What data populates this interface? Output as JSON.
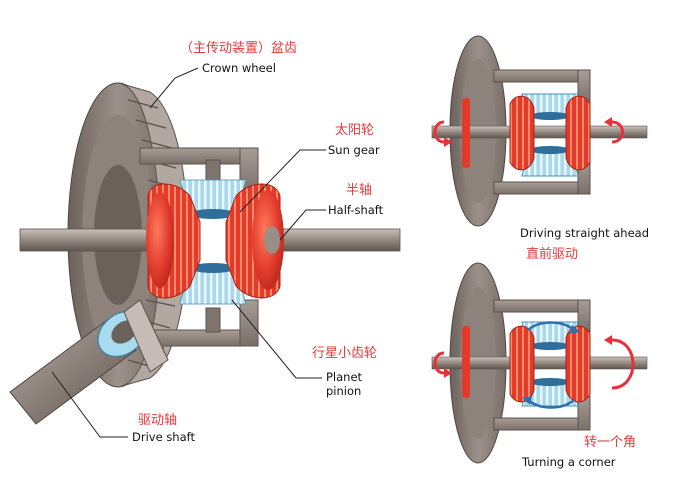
{
  "labels": {
    "crown_wheel_cn": "（主传动装置）盆齿",
    "crown_wheel_en": "Crown wheel",
    "sun_gear_cn": "太阳轮",
    "sun_gear_en": "Sun gear",
    "half_shaft_cn": "半轴",
    "half_shaft_en": "Half-shaft",
    "planet_pinion_cn": "行星小齿轮",
    "planet_pinion_en_1": "Planet",
    "planet_pinion_en_2": "pinion",
    "drive_shaft_cn": "驱动轴",
    "drive_shaft_en": "Drive shaft",
    "straight_en": "Driving straight ahead",
    "straight_cn": "直前驱动",
    "corner_cn": "转一个角",
    "corner_en": "Turning a corner"
  },
  "colors": {
    "red_label": "#e8383d",
    "casing_brown": "#8b7d73",
    "sun_gear_red": "#e23b2c",
    "pinion_blue": "#9fd1e6",
    "shaft_grey": "#958b84",
    "arrow_red": "#e8303a",
    "arrow_blue": "#2d6fb0"
  },
  "icons": {
    "rotation_arrow": "curved-rotation-arrow-icon"
  }
}
